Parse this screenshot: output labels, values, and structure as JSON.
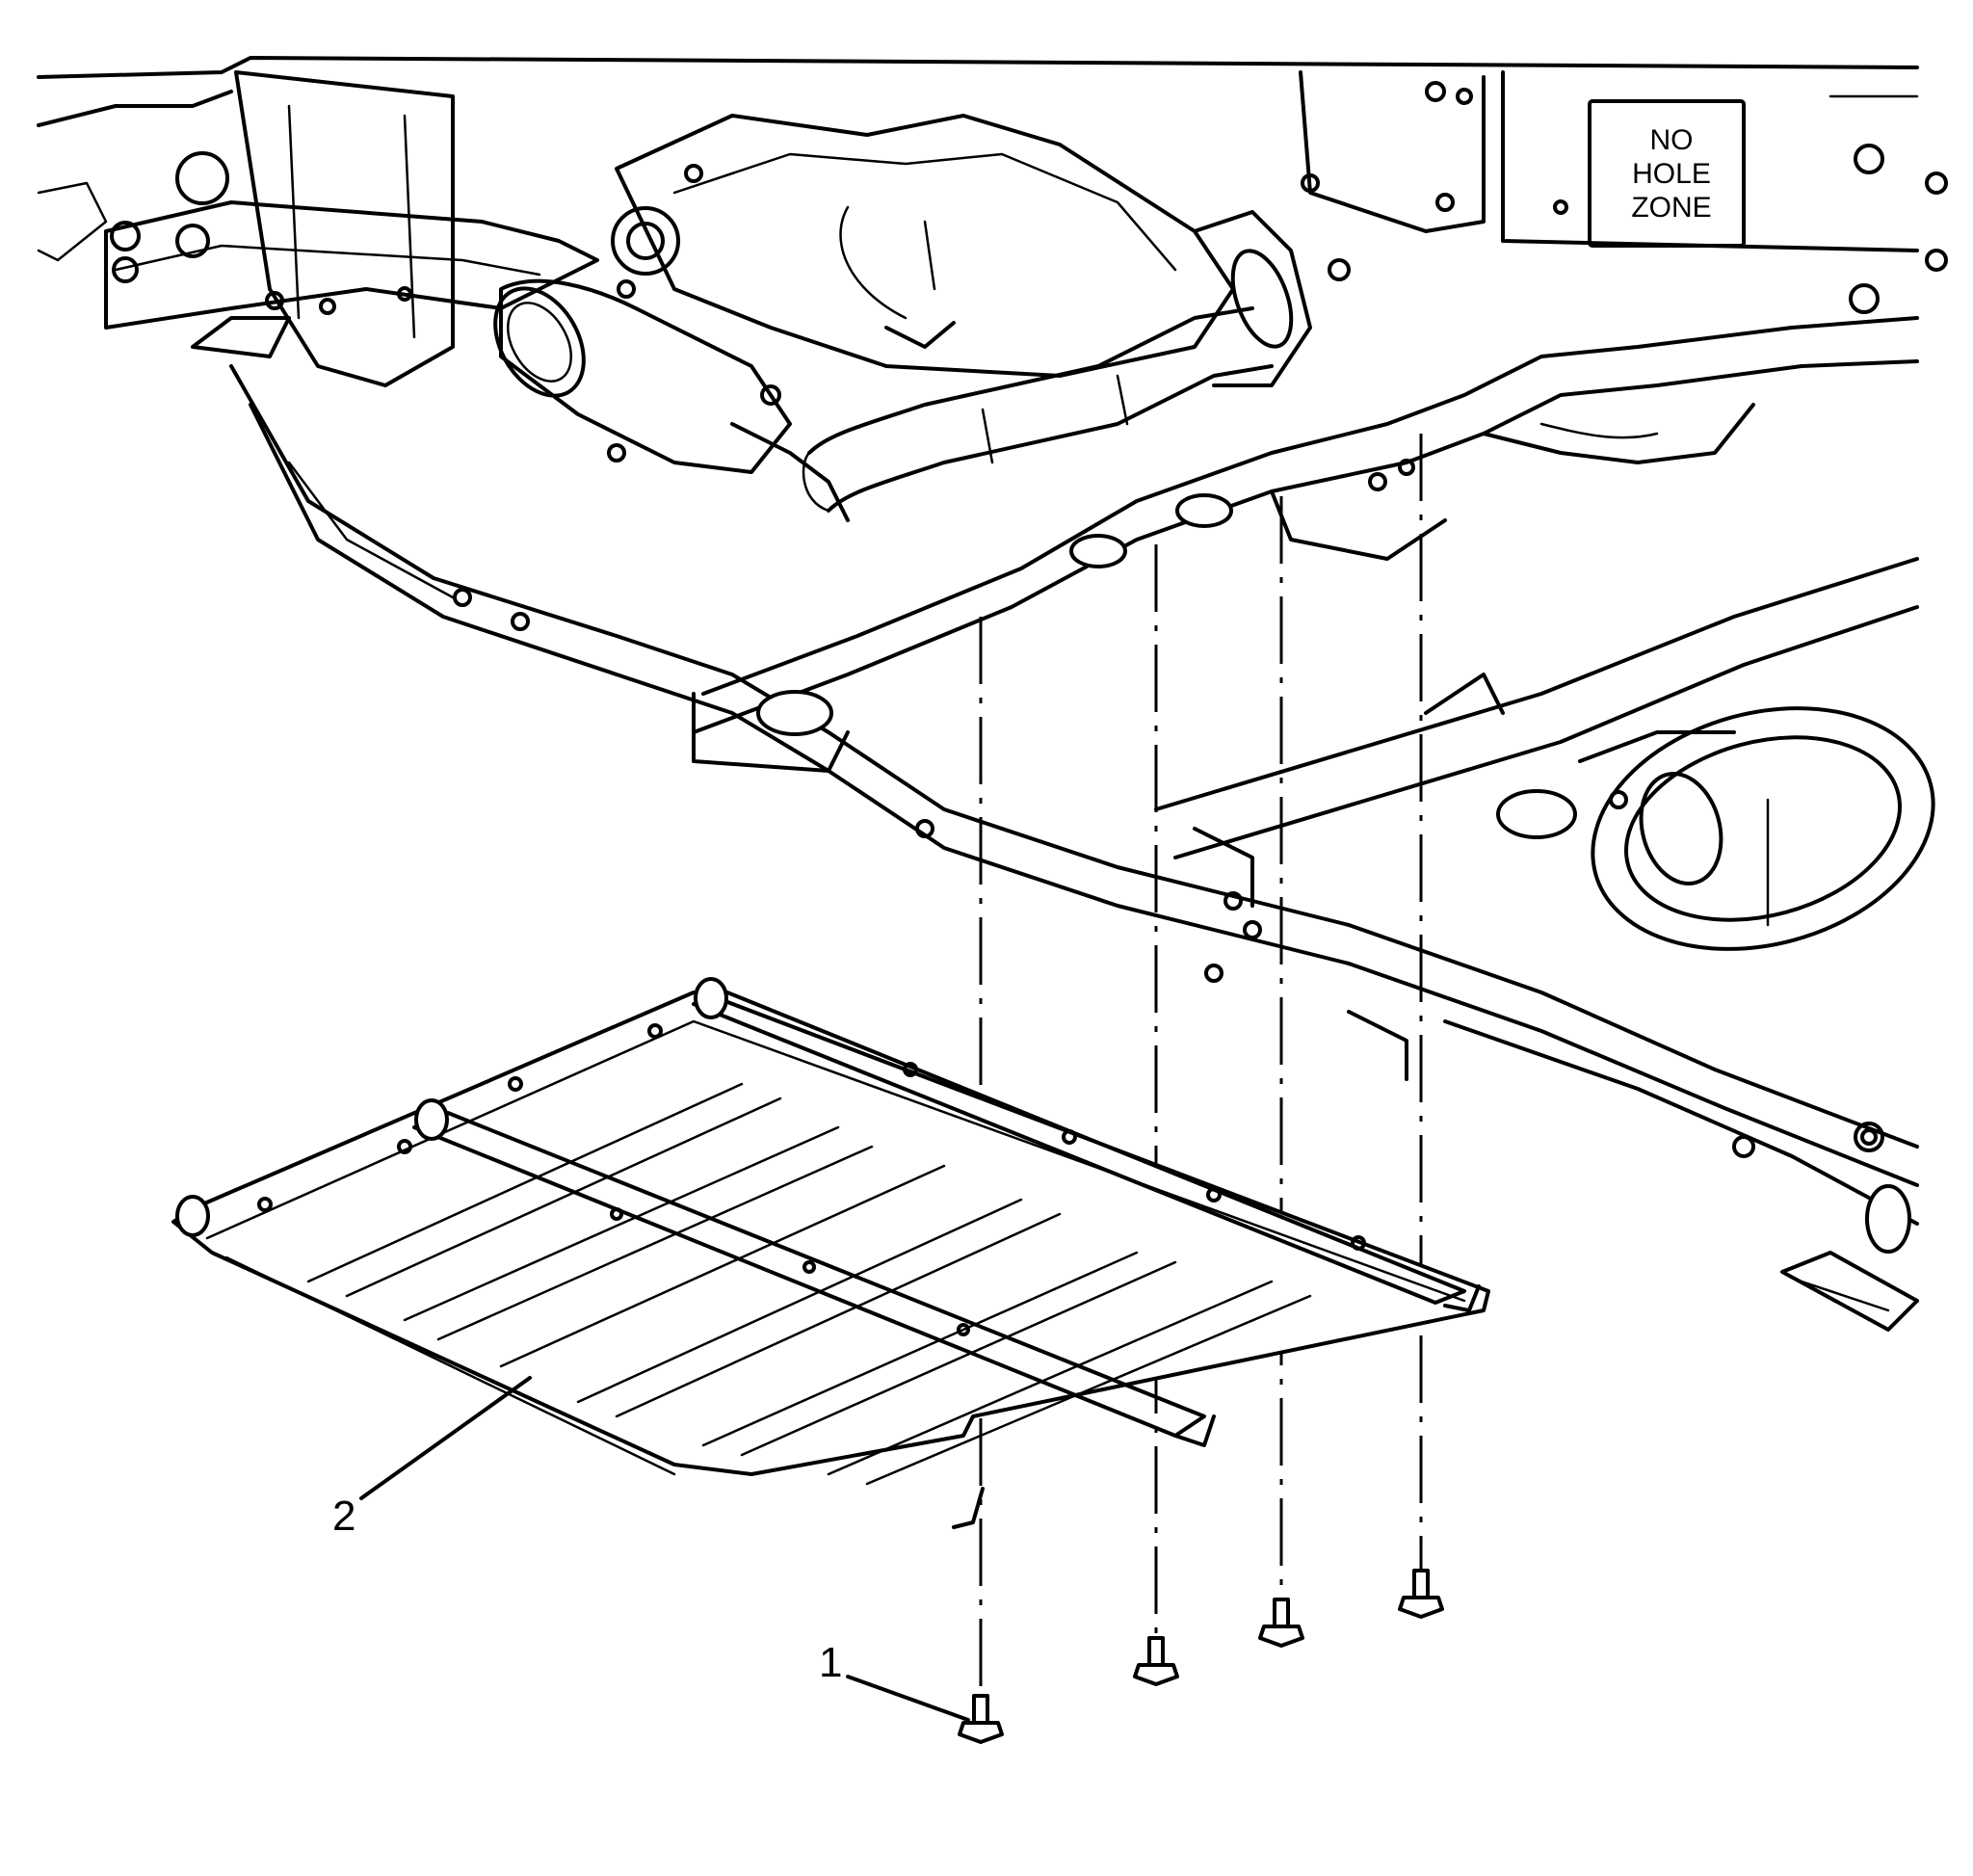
{
  "callouts": [
    {
      "number": "1"
    },
    {
      "number": "2"
    }
  ],
  "placard": {
    "lines": [
      "NO",
      "HOLE",
      "ZONE"
    ]
  },
  "colors": {
    "stroke": "#000000",
    "background": "#ffffff"
  }
}
